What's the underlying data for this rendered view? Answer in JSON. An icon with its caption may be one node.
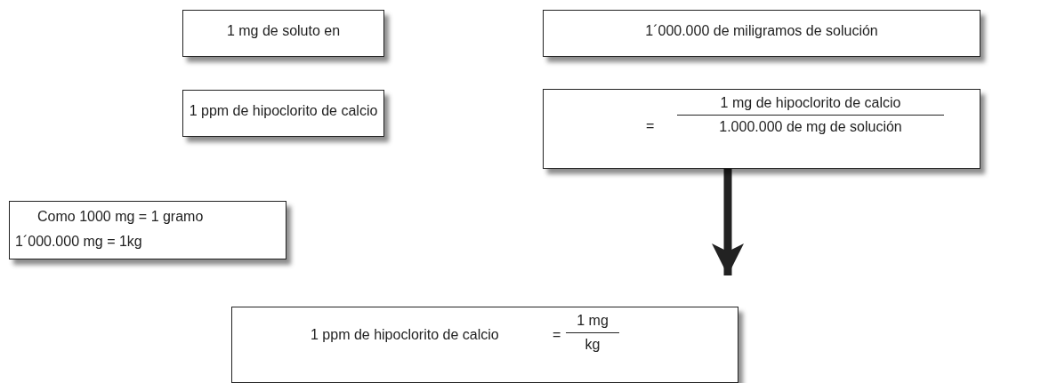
{
  "diagram": {
    "nodes": [
      {
        "text": [
          "1 mg de soluto en"
        ]
      },
      {
        "text": [
          "1´000.000 de miligramos de solución"
        ]
      },
      {
        "text": [
          "1 ppm de hipoclorito de calcio"
        ]
      },
      {
        "text": [
          "=",
          "1 mg de hipoclorito de calcio",
          "1.000.000 de mg de solución"
        ]
      },
      {
        "text": [
          "Como 1000 mg = 1 gramo",
          "1´000.000 mg = 1kg"
        ]
      },
      {
        "text": [
          "1 ppm de hipoclorito de calcio",
          "=",
          "1 mg",
          "kg"
        ]
      }
    ],
    "edges": [
      {
        "from": 3,
        "to": 5,
        "arrow": "to"
      }
    ]
  }
}
